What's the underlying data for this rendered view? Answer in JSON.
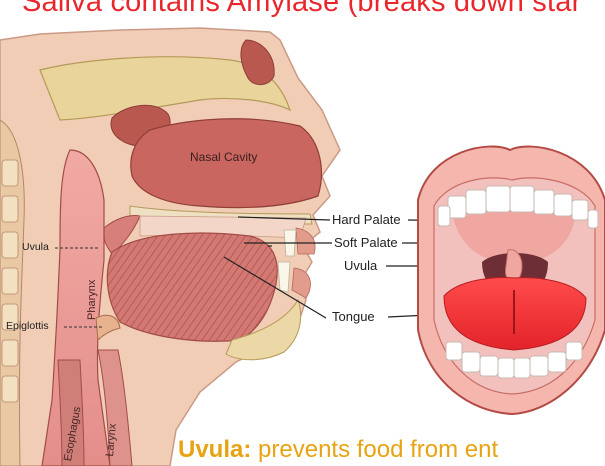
{
  "slide": {
    "top_caption": "Saliva contains Amylase (breaks down star",
    "bottom_caption_bold": "Uvula:",
    "bottom_caption_rest": " prevents food from ent"
  },
  "sagittal_view": {
    "nasal_cavity": "Nasal Cavity",
    "uvula": "Uvula",
    "epiglottis": "Epiglottis",
    "pharynx": "Pharynx",
    "esophagus": "Esophagus",
    "larynx": "Larynx"
  },
  "callouts": {
    "hard_palate": "Hard Palate",
    "soft_palate": "Soft Palate",
    "uvula": "Uvula",
    "tongue": "Tongue"
  },
  "colors": {
    "caption_red": "#e8262b",
    "caption_orange": "#e8a313",
    "tongue_red": "#e8262b",
    "skin": "#f1cdb6",
    "tissue": "#d78a86"
  }
}
